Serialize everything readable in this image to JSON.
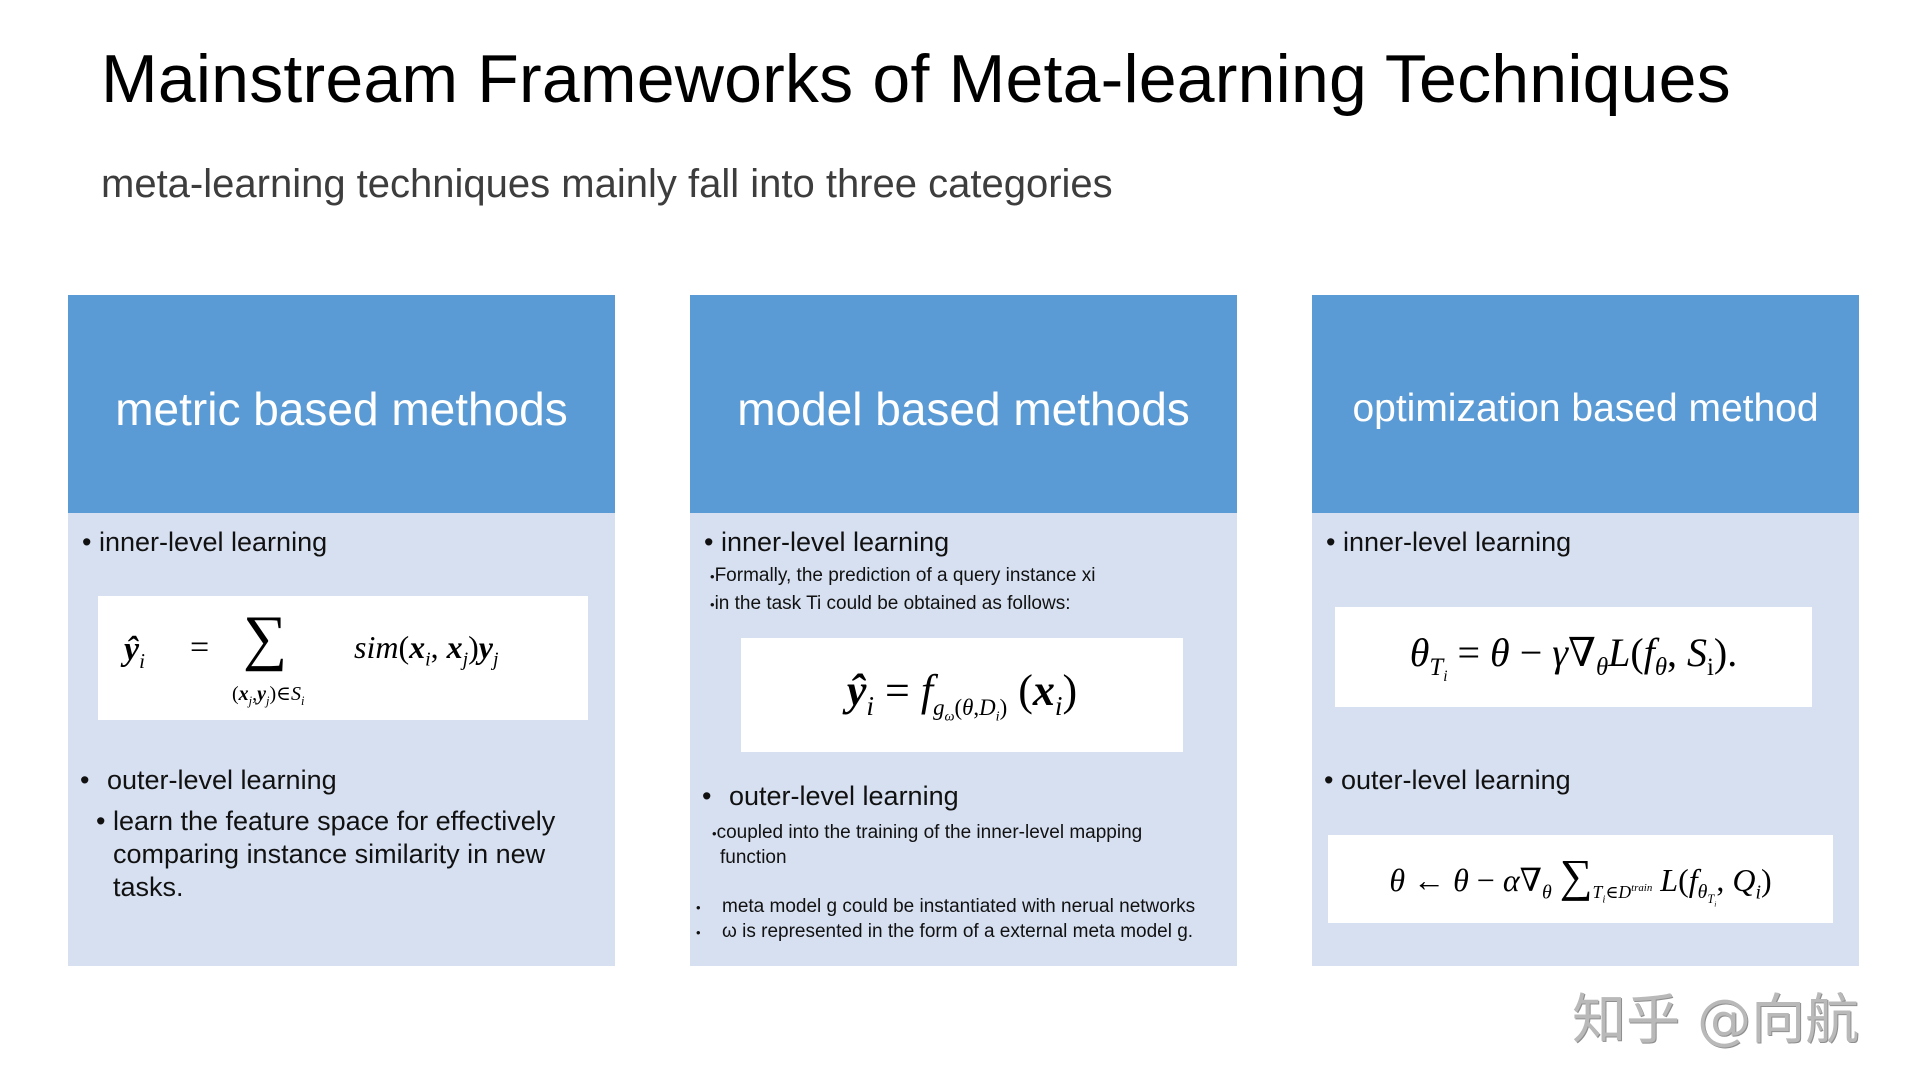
{
  "slide": {
    "title": "Mainstream Frameworks of Meta-learning Techniques",
    "subtitle": "meta-learning techniques mainly fall into three categories"
  },
  "colors": {
    "header_blue": "#5b9bd5",
    "body_light_blue": "#d6e0f1",
    "formula_bg": "#ffffff",
    "watermark": "#b9b9b9"
  },
  "columns": [
    {
      "header": "metric based methods",
      "inner_label": "inner-level learning",
      "formula": "ŷ_i = Σ_{(x_j, y_j) ∈ S_i} sim(x_i, x_j) y_j",
      "outer_label": "outer-level learning",
      "outer_detail_lines": [
        "learn the feature space for effectively",
        "comparing instance similarity in new",
        "tasks."
      ]
    },
    {
      "header": "model based methods",
      "inner_label": "inner-level learning",
      "inner_details": [
        "Formally, the prediction of a query instance xi",
        "in the task Ti could be obtained as follows:"
      ],
      "formula": "ŷ_i = f_{g_ω(θ, D_i)}(x_i)",
      "outer_label": "outer-level learning",
      "outer_detail_lines": [
        "coupled into the training of the inner-level mapping",
        "function"
      ],
      "notes": [
        "meta model g could be instantiated with nerual networks",
        "ω is represented in the form of a external meta model g."
      ]
    },
    {
      "header": "optimization based method",
      "inner_label": "inner-level learning",
      "inner_formula": "θ_{T_i} = θ − γ∇_θ L(f_θ, S_i).",
      "outer_label": "outer-level learning",
      "outer_formula": "θ ← θ − α∇_θ Σ_{T_i ∈ D^train} L(f_{θ_{T_i}}, Q_i)"
    }
  ],
  "watermark": "知乎 @向航",
  "bullet_glyph": "•"
}
